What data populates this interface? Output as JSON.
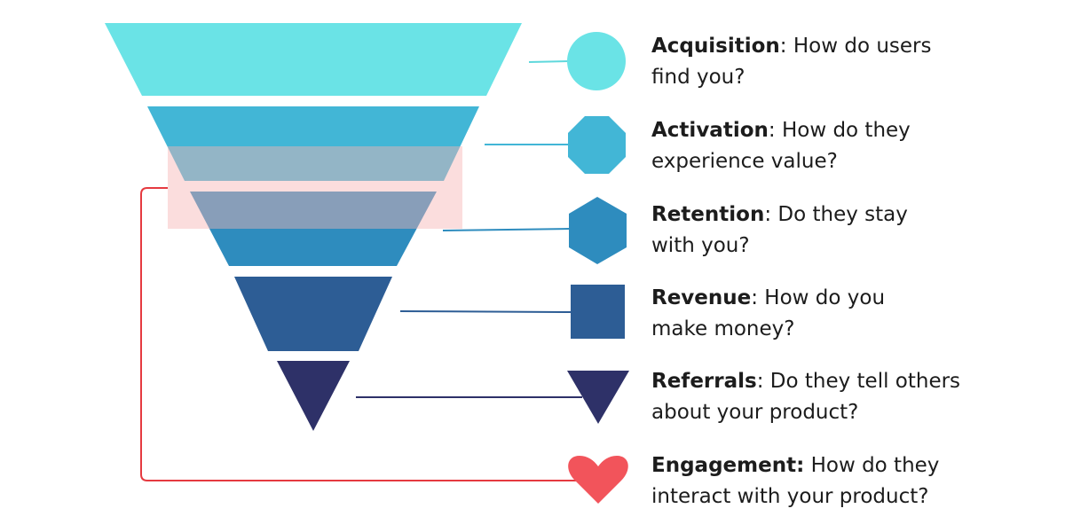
{
  "stages": [
    {
      "key": "acquisition",
      "name": "Acquisition",
      "desc": ": How do users",
      "desc2": "find you?",
      "shape": "circle",
      "color": "#6AE3E6"
    },
    {
      "key": "activation",
      "name": "Activation",
      "desc": ": How do they",
      "desc2": "experience value?",
      "shape": "octagon",
      "color": "#42B6D6"
    },
    {
      "key": "retention",
      "name": "Retention",
      "desc": ": Do they stay",
      "desc2": "with you?",
      "shape": "hexagon",
      "color": "#2E8CBE"
    },
    {
      "key": "revenue",
      "name": "Revenue",
      "desc": ": How do you",
      "desc2": "make money?",
      "shape": "square",
      "color": "#2D5D95"
    },
    {
      "key": "referrals",
      "name": "Referrals",
      "desc": ": Do they tell others",
      "desc2": "about your product?",
      "shape": "triangle",
      "color": "#2E3168"
    },
    {
      "key": "engagement",
      "name": "Engagement:",
      "desc": " How do they",
      "desc2": "interact with your product?",
      "shape": "heart",
      "color": "#F2545B"
    }
  ],
  "colors": {
    "highlight": "#FAC8C8",
    "feedback_line": "#E53A40",
    "text": "#1c1c1c"
  }
}
